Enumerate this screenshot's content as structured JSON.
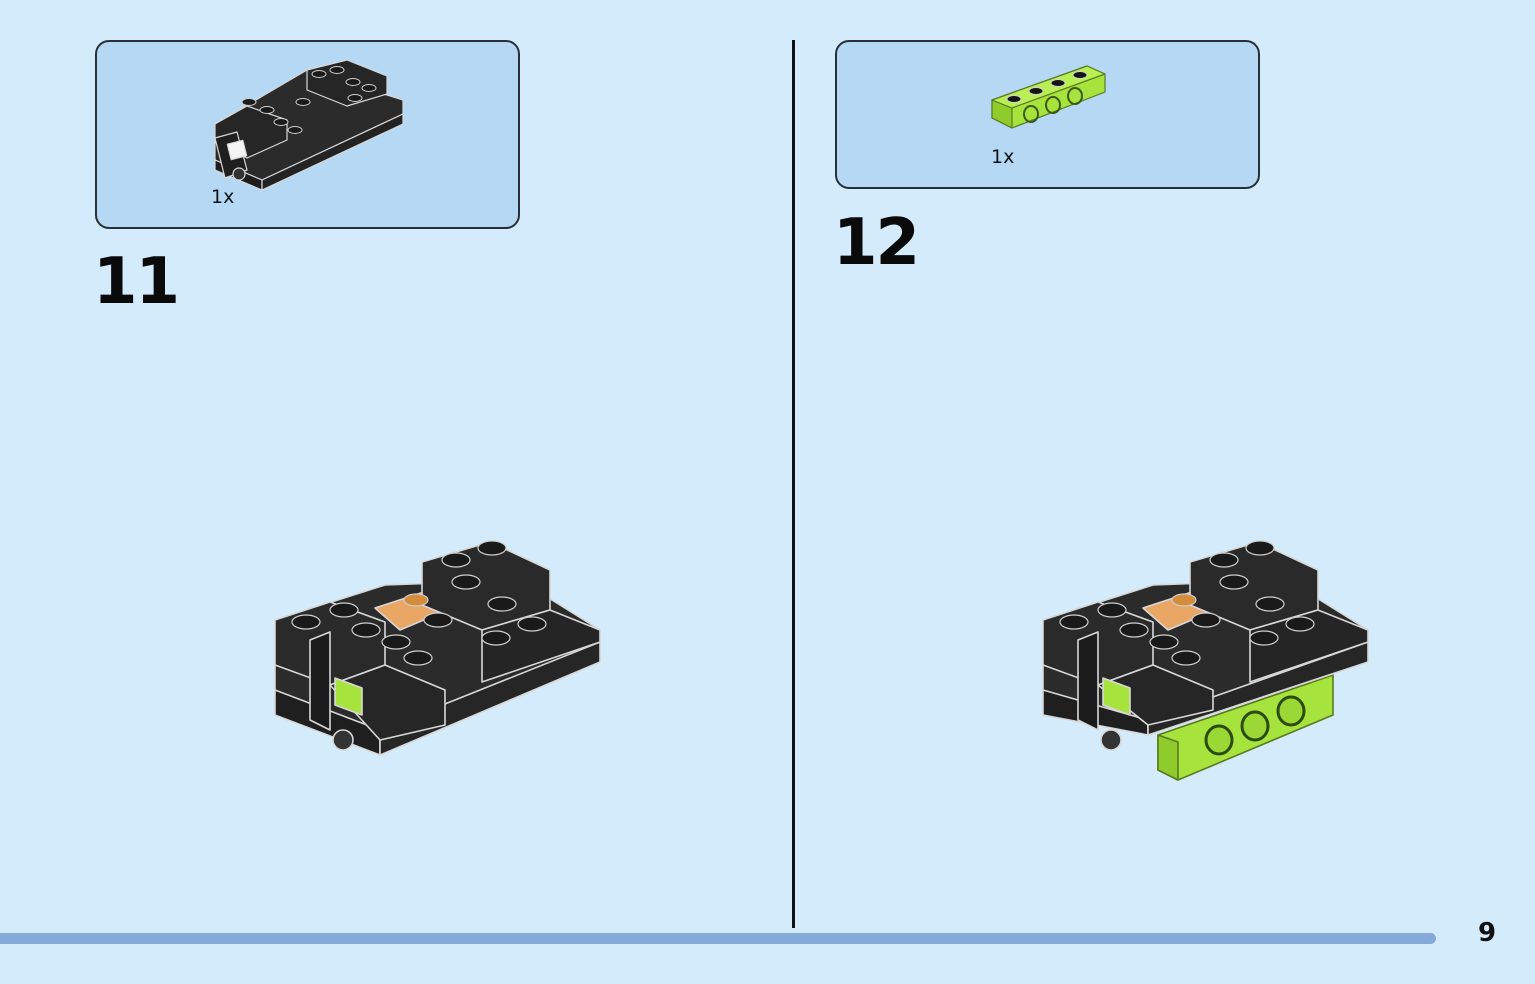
{
  "steps": [
    {
      "number": "11",
      "quantity": "1x",
      "part_icon": "black-mudguard-piece-icon",
      "model_icon": "chassis-assembly-icon"
    },
    {
      "number": "12",
      "quantity": "1x",
      "part_icon": "lime-technic-brick-icon",
      "model_icon": "chassis-with-lime-brick-icon"
    }
  ],
  "page_number": "9",
  "colors": {
    "background": "#d4ebfb",
    "parts_box": "#b5d9f5",
    "black_brick": "#2b2b2b",
    "lime_brick": "#a6e33c",
    "orange_brick": "#e9a664",
    "progress_bar": "#85a9da"
  }
}
